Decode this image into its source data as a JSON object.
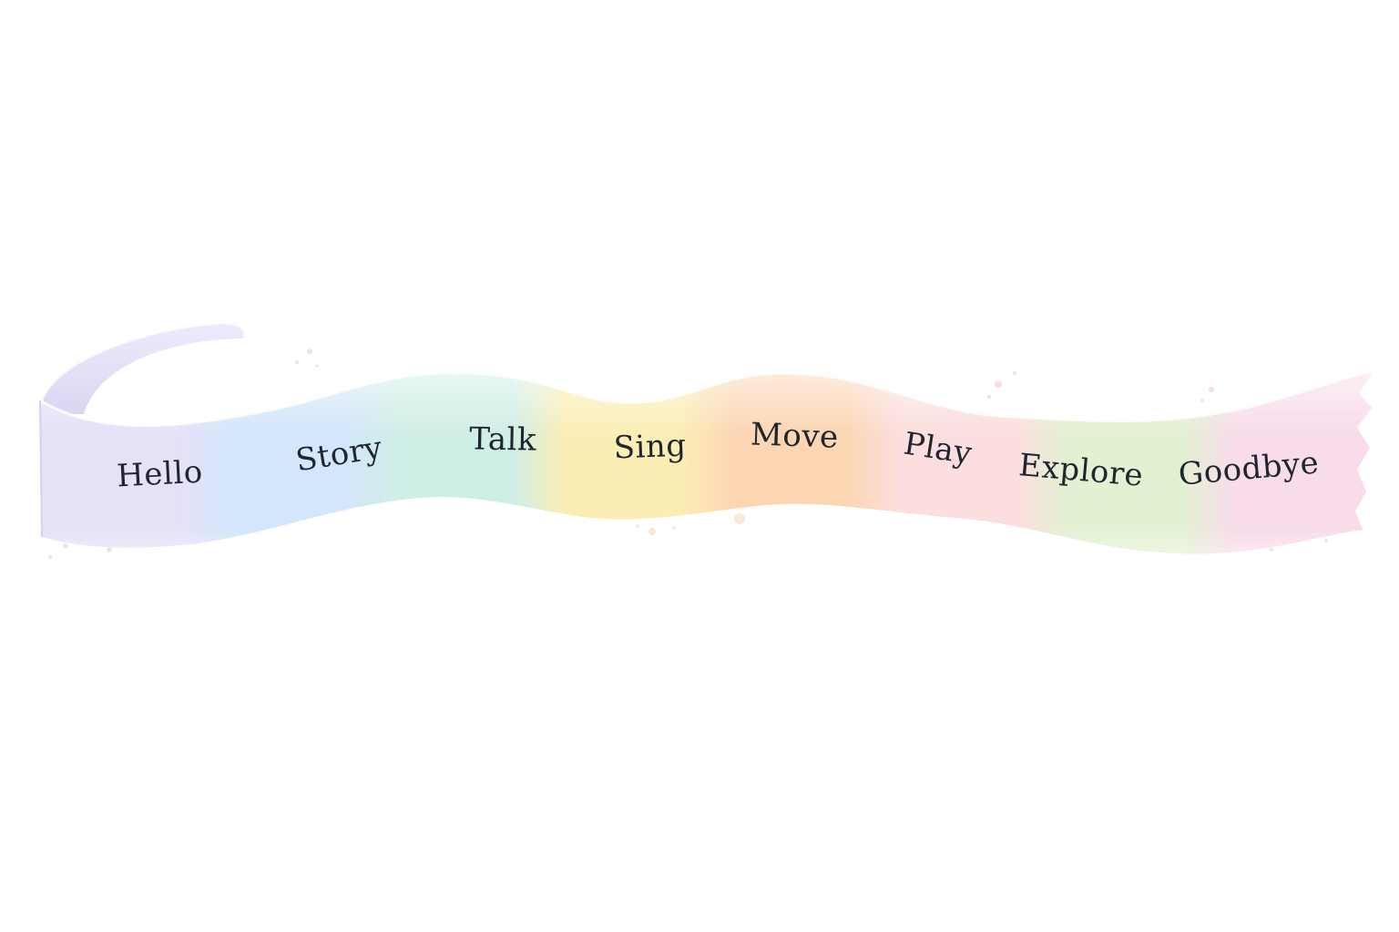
{
  "ribbon": {
    "segments": [
      {
        "label": "Hello",
        "color": "#e6e1f7"
      },
      {
        "label": "Story",
        "color": "#d3e6fb"
      },
      {
        "label": "Talk",
        "color": "#cfeee6"
      },
      {
        "label": "Sing",
        "color": "#fbeeb5"
      },
      {
        "label": "Move",
        "color": "#fcd6b3"
      },
      {
        "label": "Play",
        "color": "#fcdede"
      },
      {
        "label": "Explore",
        "color": "#e3f1d2"
      },
      {
        "label": "Goodbye",
        "color": "#f8dcea"
      }
    ]
  }
}
